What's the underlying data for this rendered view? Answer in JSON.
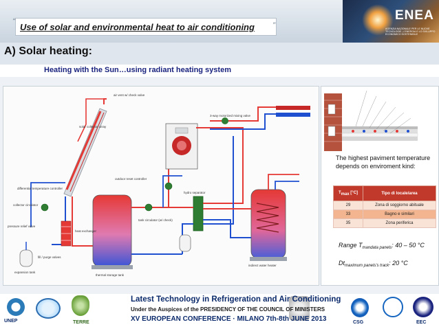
{
  "header": {
    "title": "Use of solar and environmental heat to air conditioning",
    "logo_text": "ENEA",
    "logo_subtitle": "AGENZIA NAZIONALE PER LE NUOVE TECNOLOGIE, L'ENERGIA E LO SVILUPPO ECONOMICO SOSTENIBILE"
  },
  "section": {
    "title": "A) Solar heating:",
    "subtitle": "Heating with the Sun…using radiant heating system"
  },
  "diagram": {
    "labels": {
      "air_vent": "air vent w/ check valve",
      "collector_array": "solar collector array",
      "outdoor_reset": "outdoor reset controller",
      "differential": "differential temperature controller",
      "collector_circ": "collector circulator",
      "pressure_relief": "pressure relief valve",
      "heat_exchanger": "heat exchanger",
      "fill_purge": "fill / purge valves",
      "expansion_tank": "expansion tank",
      "thermal_tank": "thermal storage tank",
      "tank_circ": "tank circulator (w/ check)",
      "mixing_valve": "3-way motorized mixing valve",
      "hydro_separator": "hydro separator",
      "indirect_heater": "indirect water heater"
    }
  },
  "right_panel": {
    "description": "The highest paviment temperature depends on enviroment kind:",
    "table": {
      "col1_header": "T",
      "col1_sub": "max",
      "col1_unit": " [°C]",
      "col2_header": "Tipo di locale/area",
      "rows": [
        {
          "t": "29",
          "area": "Zona di soggiorno abituale"
        },
        {
          "t": "33",
          "area": "Bagno e similari"
        },
        {
          "t": "35",
          "area": "Zona periferica"
        }
      ]
    },
    "range_label": "Range T",
    "range_sub": "mandata panels",
    "range_value": ": 40 – 50 °C",
    "dt_label": "Dt",
    "dt_sub": "maximum panels's track",
    "dt_value": ": 20 °C"
  },
  "footer": {
    "line1": "Latest Technology in Refrigeration and Air Conditioning",
    "line2": "Under the Auspices of the PRESIDENCY OF THE COUNCIL OF MINISTERS",
    "line3": "XV EUROPEAN CONFERENCE · MILANO 7th-8th JUNE 2013",
    "logo_unep": "UNEP",
    "logo_terre": "TERRE",
    "logo_csg": "CSG",
    "logo_eec": "EEC"
  },
  "colors": {
    "hot": "#e53935",
    "cold": "#1e4fd1",
    "pipe_green": "#2e7d32",
    "accent": "#c0392b",
    "title_navy": "#1a237e"
  }
}
